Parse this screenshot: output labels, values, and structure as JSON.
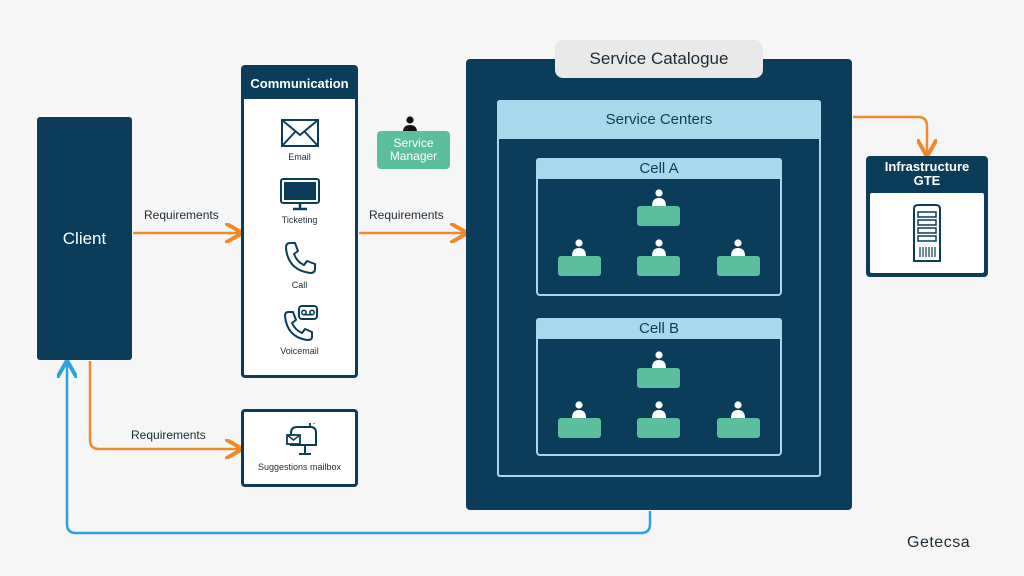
{
  "client": {
    "label": "Client"
  },
  "communication": {
    "title": "Communication",
    "channels": [
      {
        "label": "Email",
        "icon": "email-icon"
      },
      {
        "label": "Ticketing",
        "icon": "monitor-icon"
      },
      {
        "label": "Call",
        "icon": "phone-icon"
      },
      {
        "label": "Voicemail",
        "icon": "voicemail-icon"
      }
    ]
  },
  "mailbox": {
    "label": "Suggestions mailbox",
    "icon": "mailbox-icon"
  },
  "service_manager": {
    "line1": "Service",
    "line2": "Manager",
    "icon": "person-icon"
  },
  "catalogue": {
    "title": "Service Catalogue",
    "centers_title": "Service Centers",
    "cells": [
      {
        "title": "Cell A"
      },
      {
        "title": "Cell B"
      }
    ]
  },
  "infrastructure": {
    "line1": "Infrastructure",
    "line2": "GTE",
    "icon": "server-icon"
  },
  "edges": {
    "client_to_comm": "Requirements",
    "comm_to_catalogue": "Requirements",
    "client_to_mailbox": "Requirements"
  },
  "brand": {
    "logo": "Getecsa"
  },
  "colors": {
    "navy": "#0b3d5a",
    "light_blue": "#a9d8ea",
    "green": "#5bbf9e",
    "orange": "#f0892a",
    "blue_line": "#2aa3dd",
    "background": "#f6f6f6"
  }
}
